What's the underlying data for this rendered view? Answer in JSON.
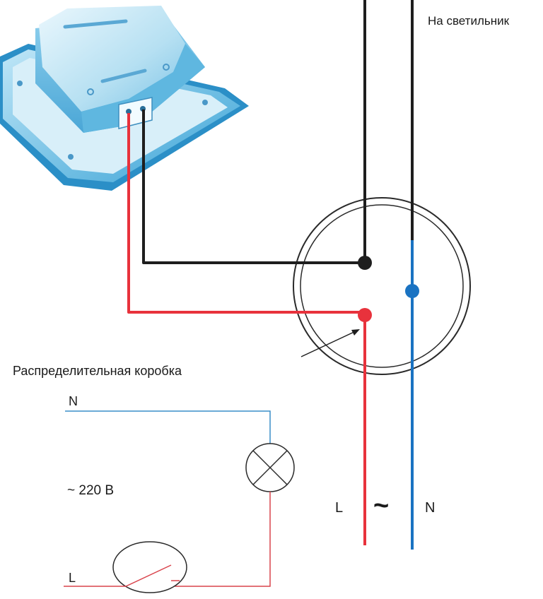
{
  "labels": {
    "to_lamp": "На светильник",
    "junction_box": "Распределительная коробка",
    "neutral_top": "N",
    "voltage": "~ 220 В",
    "live_bottom": "L",
    "phase_L": "L",
    "ac_symbol": "~",
    "phase_N": "N"
  },
  "colors": {
    "phase_wire": "#e8323c",
    "neutral_wire": "#1a73c2",
    "switched_wire": "#1e1e1e",
    "schematic_neutral": "#3a8ec9",
    "schematic_phase": "#d9434b",
    "switch_body": "#8ecae6"
  }
}
